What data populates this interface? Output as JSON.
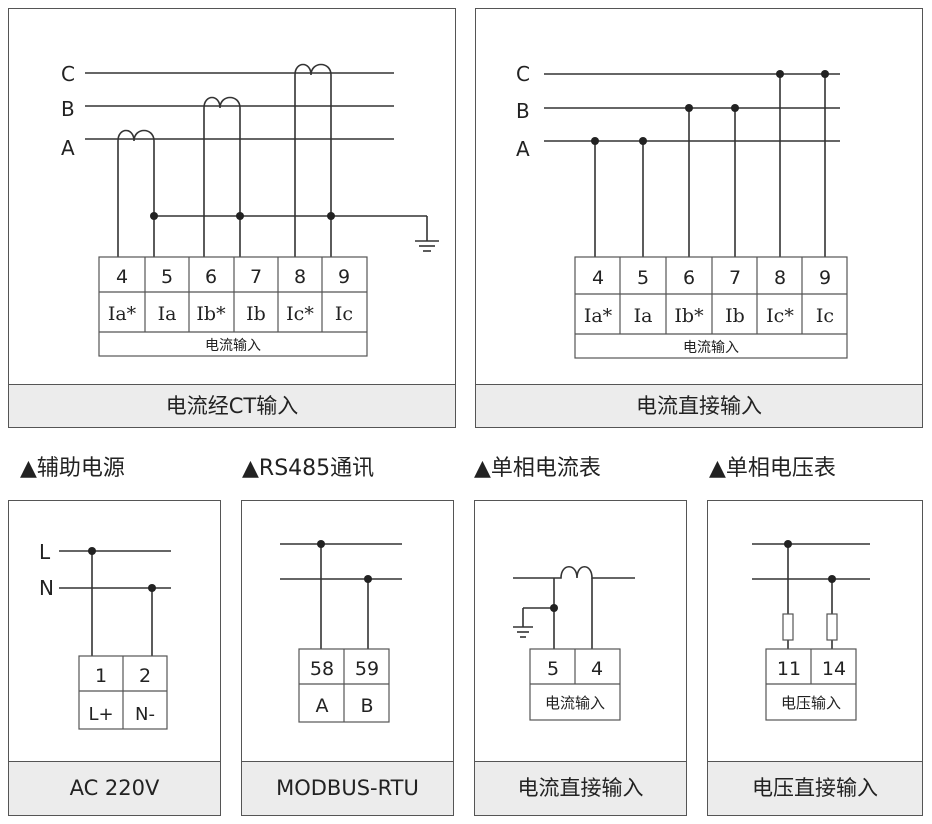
{
  "panel_ct": {
    "phases": [
      "C",
      "B",
      "A"
    ],
    "terminal_numbers": [
      "4",
      "5",
      "6",
      "7",
      "8",
      "9"
    ],
    "terminal_labels": [
      "Ia*",
      "Ia",
      "Ib*",
      "Ib",
      "Ic*",
      "Ic"
    ],
    "terminal_caption": "电流输入",
    "caption": "电流经CT输入"
  },
  "panel_direct": {
    "phases": [
      "C",
      "B",
      "A"
    ],
    "terminal_numbers": [
      "4",
      "5",
      "6",
      "7",
      "8",
      "9"
    ],
    "terminal_labels": [
      "Ia*",
      "Ia",
      "Ib*",
      "Ib",
      "Ic*",
      "Ic"
    ],
    "terminal_caption": "电流输入",
    "caption": "电流直接输入"
  },
  "section_titles": {
    "aux_power": "▲辅助电源",
    "rs485": "▲RS485通讯",
    "single_current": "▲单相电流表",
    "single_voltage": "▲单相电压表"
  },
  "panel_aux": {
    "lines": [
      "L",
      "N"
    ],
    "terminal_numbers": [
      "1",
      "2"
    ],
    "terminal_labels": [
      "L+",
      "N-"
    ],
    "caption": "AC 220V"
  },
  "panel_rs485": {
    "terminal_numbers": [
      "58",
      "59"
    ],
    "terminal_labels": [
      "A",
      "B"
    ],
    "caption": "MODBUS-RTU"
  },
  "panel_single_current": {
    "terminal_numbers": [
      "5",
      "4"
    ],
    "terminal_caption": "电流输入",
    "caption": "电流直接输入"
  },
  "panel_single_voltage": {
    "terminal_numbers": [
      "11",
      "14"
    ],
    "terminal_caption": "电压输入",
    "caption": "电压直接输入"
  }
}
